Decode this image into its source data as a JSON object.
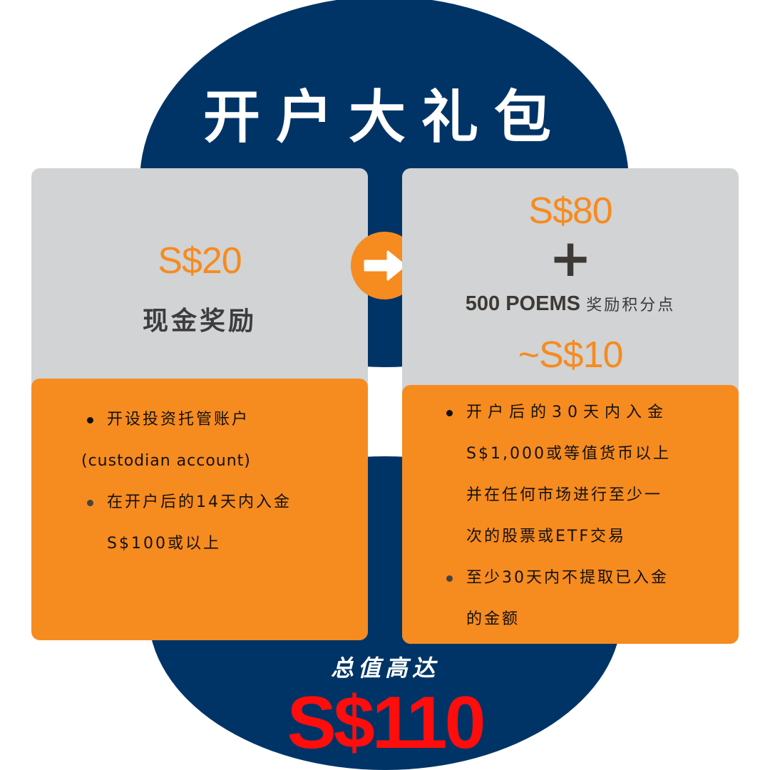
{
  "title": "开户大礼包",
  "left_card": {
    "amount": "S$20",
    "label": "现金奖励",
    "conditions": [
      {
        "line1": "开设投资托管账户",
        "line2": "(custodian account)"
      },
      {
        "line1": "在开户后的14天内入金",
        "line2": "S$100或以上"
      }
    ]
  },
  "right_card": {
    "amount": "S$80",
    "plus": "+",
    "points_bold": "500 POEMS",
    "points_label": "奖励积分点",
    "points_value": "~S$10",
    "conditions": [
      {
        "lines": [
          "开户后的30天内入金",
          "S$1,000或等值货币以上",
          "并在任何市场进行至少一",
          "次的股票或ETF交易"
        ]
      },
      {
        "lines": [
          "至少30天内不提取已入金",
          "的金额"
        ]
      }
    ]
  },
  "arrow_icon": "arrow-right-icon",
  "total": {
    "label": "总值高达",
    "amount": "S$110"
  },
  "colors": {
    "navy": "#003466",
    "orange": "#f68b1f",
    "grey": "#d1d3d5",
    "red": "#ff0d0d"
  }
}
